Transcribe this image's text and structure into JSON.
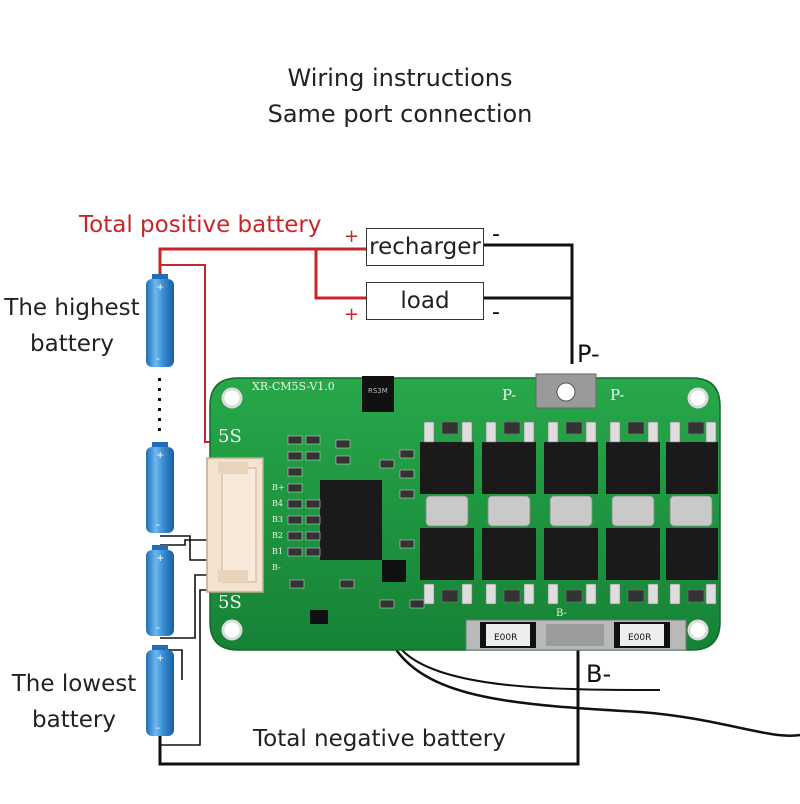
{
  "title": {
    "line1": "Wiring instructions",
    "line2": "Same port connection"
  },
  "labels": {
    "total_positive": "Total positive battery",
    "total_negative": "Total negative battery",
    "highest_line1": "The highest",
    "highest_line2": "battery",
    "lowest_line1": "The lowest",
    "lowest_line2": "battery",
    "p_minus": "P-",
    "b_minus": "B-"
  },
  "devices": {
    "recharger": "recharger",
    "load": "load",
    "plus": "+",
    "minus": "-"
  },
  "board": {
    "model": "XR-CM5S-V1.0",
    "cell_count_top": "5S",
    "cell_count_bottom": "5S",
    "port_p1": "P-",
    "port_p2": "P-",
    "port_b": "B-",
    "mosfet_chip": "RS3M",
    "shunt1": "E00R",
    "shunt2": "E00R",
    "pins": [
      "B+",
      "B4",
      "B3",
      "B2",
      "B1",
      "B-"
    ]
  },
  "colors": {
    "board_green": "#1f9a3e",
    "positive_wire": "#c8252b",
    "negative_wire": "#111111",
    "battery_blue": "#3a8fd6"
  }
}
